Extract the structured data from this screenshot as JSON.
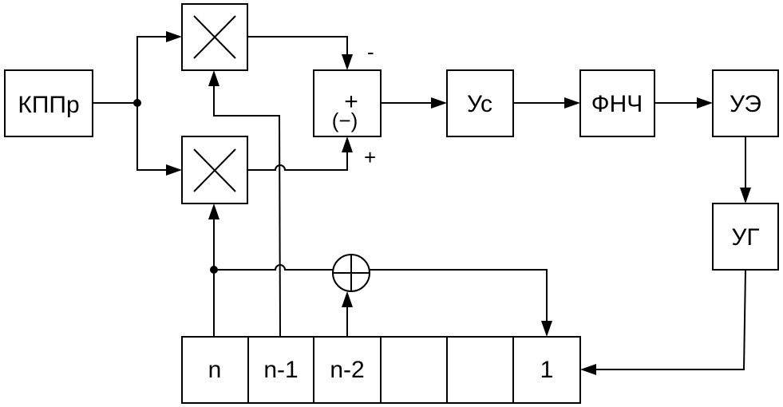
{
  "blocks": {
    "kppr": "КППр",
    "us": "Ус",
    "fnch": "ФНЧ",
    "ue": "УЭ",
    "ug": "УГ"
  },
  "summator": {
    "plus_sign": "+",
    "minus_sign": "(−)",
    "input_top_sign": "-",
    "input_bottom_sign": "+"
  },
  "register": {
    "cells": [
      "n",
      "n-1",
      "n-2",
      "",
      "",
      "1"
    ]
  },
  "icons": {
    "multiplier": "multiply-cross-icon",
    "xor": "xor-circle-plus-icon",
    "junction": "junction-dot-icon"
  }
}
